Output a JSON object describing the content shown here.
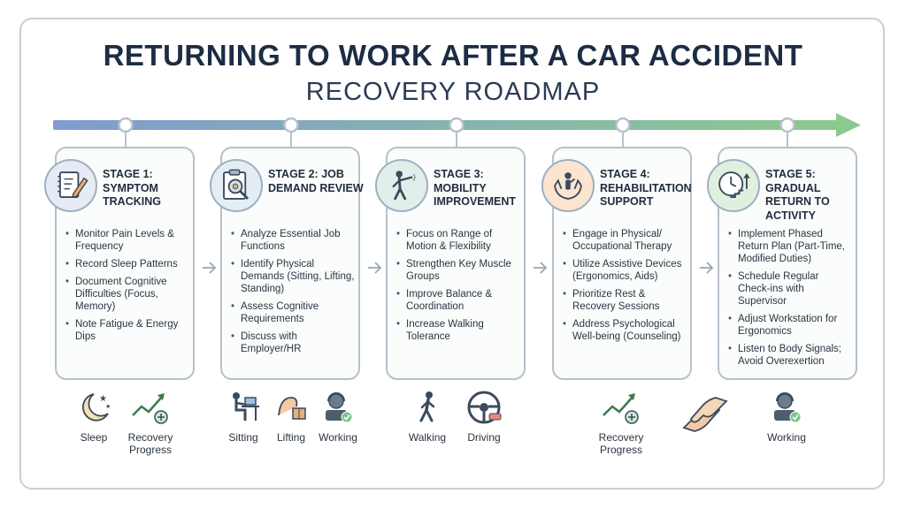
{
  "header": {
    "title": "RETURNING TO WORK AFTER A CAR ACCIDENT",
    "subtitle": "RECOVERY ROADMAP"
  },
  "colors": {
    "timeline_start": "#7f9bd0",
    "timeline_end": "#8cc98f",
    "card_border": "#b6c1cc",
    "title": "#1c2c43"
  },
  "stages": [
    {
      "title": "STAGE 1: SYMPTOM TRACKING",
      "icon": "notebook-pencil-icon",
      "bullets": [
        "Monitor Pain Levels & Frequency",
        "Record Sleep Patterns",
        "Document Cognitive Difficulties (Focus, Memory)",
        "Note Fatigue & Energy Dips"
      ]
    },
    {
      "title": "STAGE 2: JOB DEMAND REVIEW",
      "icon": "clipboard-magnifier-icon",
      "bullets": [
        "Analyze Essential Job Functions",
        "Identify Physical Demands (Sitting, Lifting, Standing)",
        "Assess Cognitive Requirements",
        "Discuss with Employer/HR"
      ]
    },
    {
      "title": "STAGE 3: MOBILITY IMPROVEMENT",
      "icon": "walking-stretch-icon",
      "bullets": [
        "Focus on Range of Motion & Flexibility",
        "Strengthen Key Muscle Groups",
        "Improve Balance & Coordination",
        "Increase Walking Tolerance"
      ]
    },
    {
      "title": "STAGE 4: REHABILITATION SUPPORT",
      "icon": "supporting-hands-icon",
      "bullets": [
        "Engage in Physical/ Occupational Therapy",
        "Utilize Assistive Devices (Ergonomics, Aids)",
        "Prioritize Rest & Recovery Sessions",
        "Address Psychological Well-being (Counseling)"
      ]
    },
    {
      "title": "STAGE 5: GRADUAL RETURN TO ACTIVITY",
      "icon": "clock-stairs-icon",
      "bullets": [
        "Implement Phased Return Plan (Part-Time, Modified Duties)",
        "Schedule Regular Check-ins with Supervisor",
        "Adjust Workstation for Ergonomics",
        "Listen to Body Signals; Avoid Overexertion"
      ]
    }
  ],
  "bottom_icons": [
    {
      "label": "Sleep",
      "icon": "moon-stars-icon"
    },
    {
      "label": "Recovery Progress",
      "icon": "trend-up-icon"
    },
    {
      "label": "Sitting",
      "icon": "desk-sitting-icon"
    },
    {
      "label": "Lifting",
      "icon": "lifting-box-icon"
    },
    {
      "label": "Working",
      "icon": "headset-worker-icon"
    },
    {
      "label": "Walking",
      "icon": "walking-person-icon"
    },
    {
      "label": "Driving",
      "icon": "steering-wheel-icon"
    },
    {
      "label": "Recovery Progress",
      "icon": "trend-up-icon"
    },
    {
      "label": "",
      "icon": "holding-hands-icon"
    },
    {
      "label": "Working",
      "icon": "headset-worker-icon"
    }
  ]
}
